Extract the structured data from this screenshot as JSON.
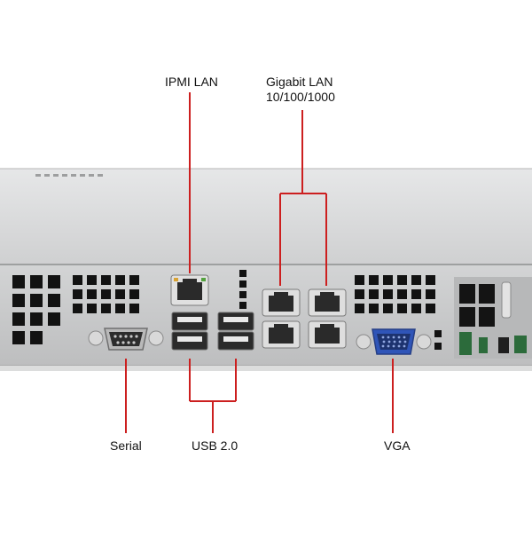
{
  "labels": {
    "ipmi_lan": "IPMI LAN",
    "gigabit_lan_line1": "Gigabit LAN",
    "gigabit_lan_line2": "10/100/1000",
    "serial": "Serial",
    "usb": "USB 2.0",
    "vga": "VGA"
  },
  "colors": {
    "leader_line": "#cc1f1f",
    "chassis_top": "#d8d9da",
    "chassis_panel": "#c9cacb",
    "vga_port": "#2f55b8",
    "vent_hole": "#121212"
  }
}
